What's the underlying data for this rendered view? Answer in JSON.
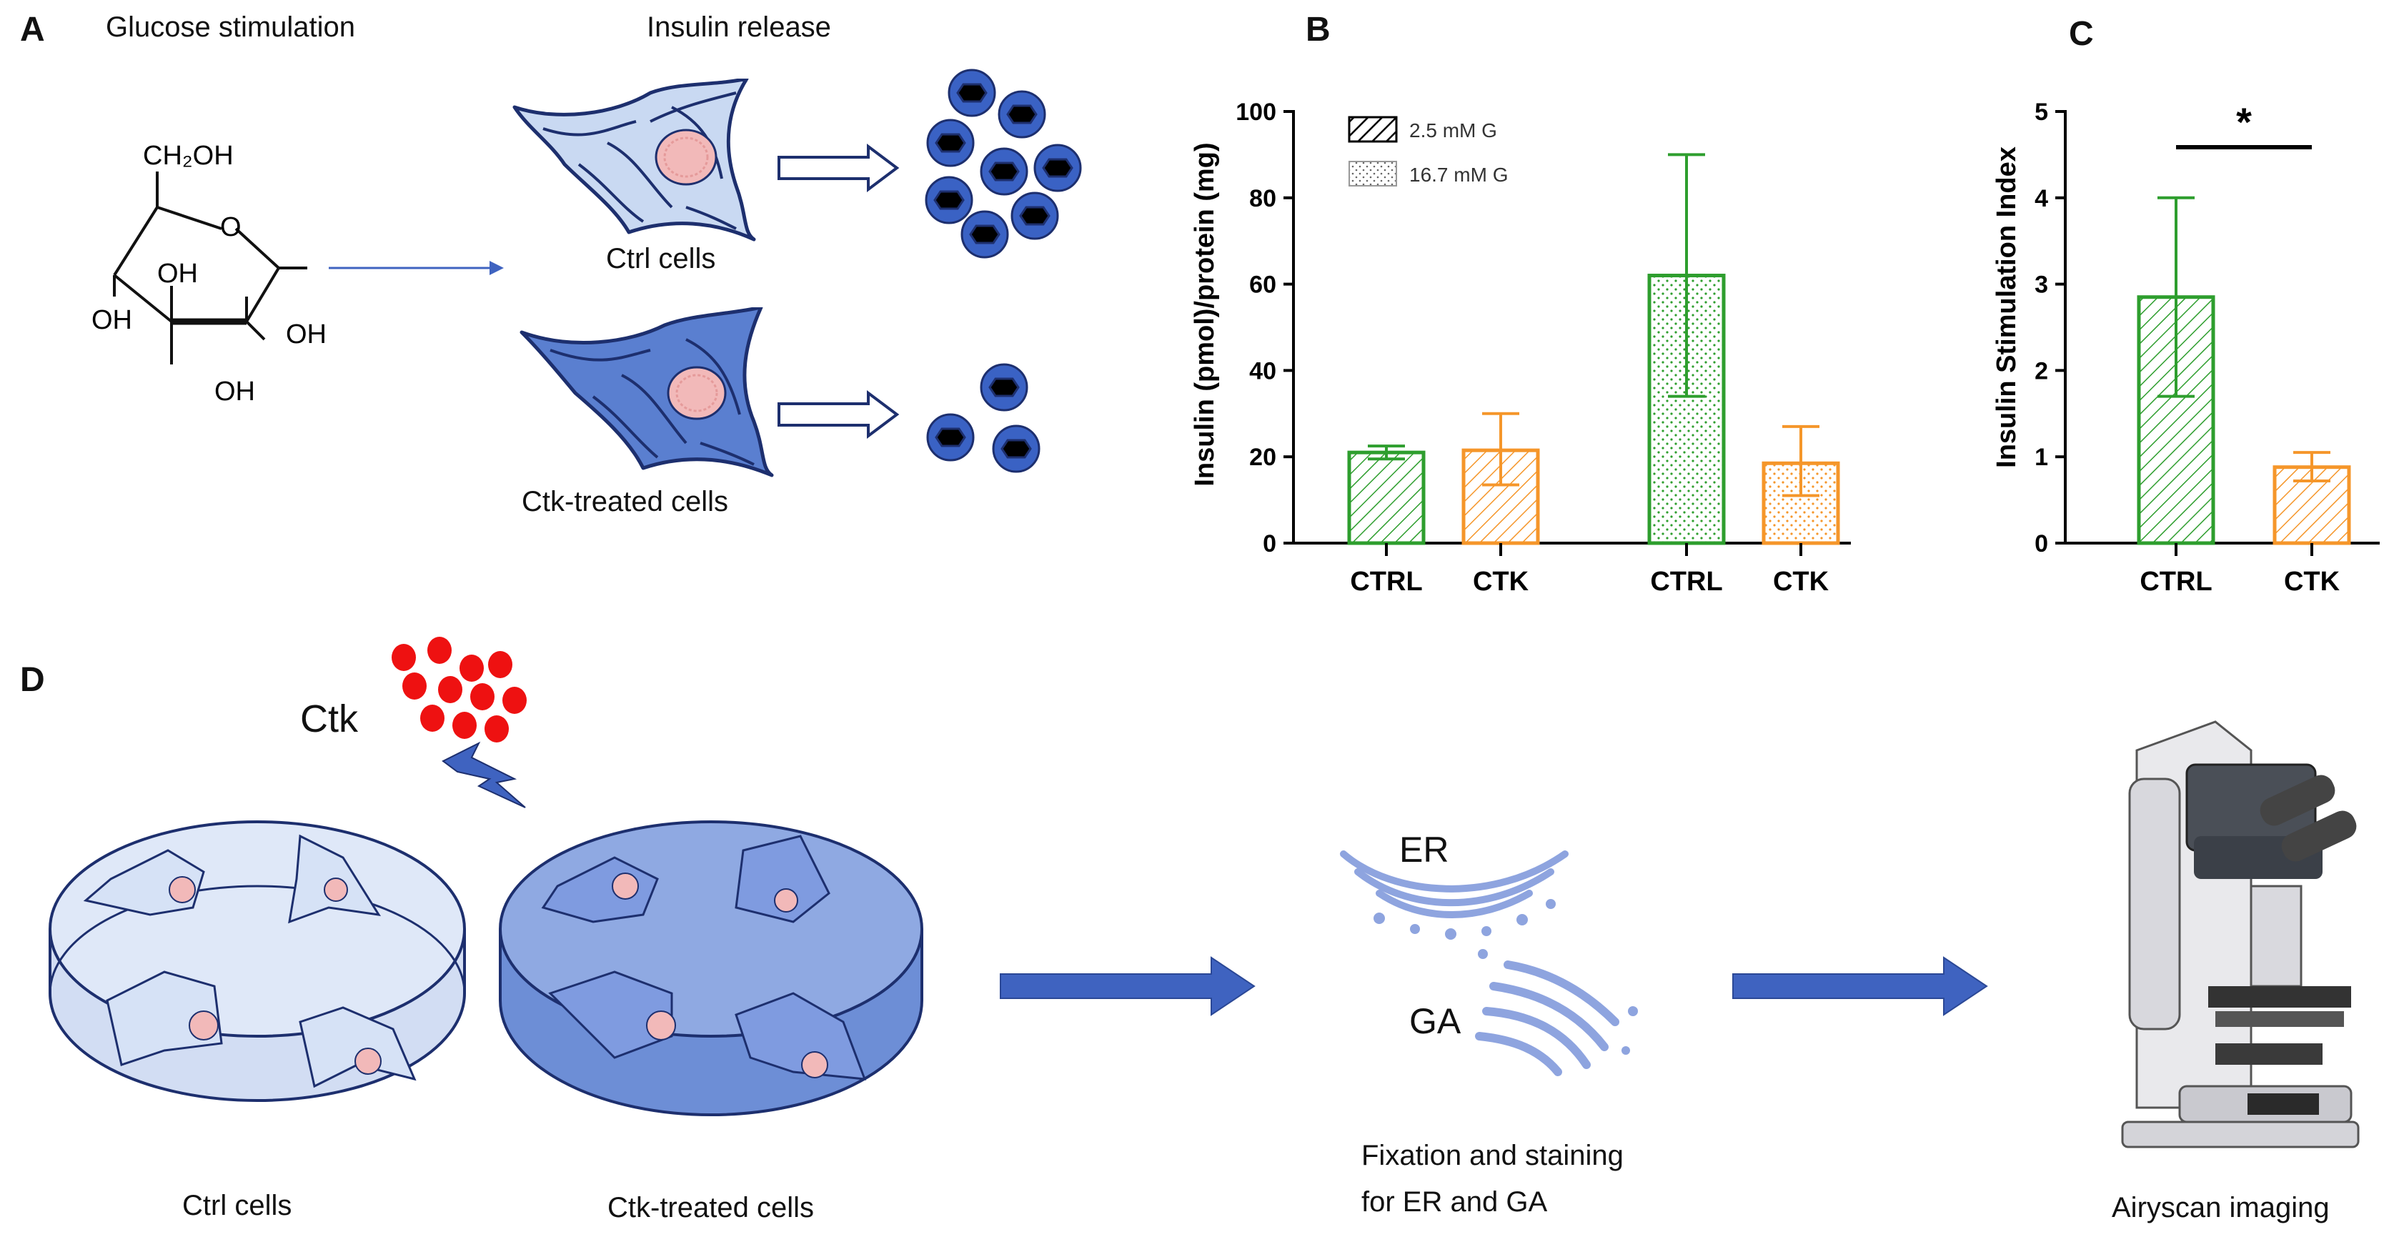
{
  "panels": {
    "a": "A",
    "b": "B",
    "c": "C",
    "d": "D"
  },
  "panel_a": {
    "glucose_title": "Glucose stimulation",
    "insulin_title": "Insulin release",
    "ctrl_label": "Ctrl cells",
    "ctk_label": "Ctk-treated cells",
    "molecule": {
      "ch2oh": "CH₂OH",
      "o": "O",
      "oh": "OH"
    }
  },
  "panel_d": {
    "ctk_label": "Ctk",
    "ctrl_label": "Ctrl cells",
    "ctk_treated_label": "Ctk-treated cells",
    "er_label": "ER",
    "ga_label": "GA",
    "fixation_line1": "Fixation and staining",
    "fixation_line2": "for ER and GA",
    "airyscan_label": "Airyscan imaging"
  },
  "colors": {
    "ctrl": "#2e9e2e",
    "ctk": "#f5962a",
    "cell_light": "#c9d9f2",
    "cell_dark": "#5a7fd0",
    "outline": "#1d2f6e",
    "arrow_blue": "#3f63c0",
    "ctk_red": "#ee1111"
  },
  "chart_data": [
    {
      "type": "bar",
      "categories": [
        "CTRL",
        "CTK",
        "CTRL",
        "CTK"
      ],
      "ylabel": "Insulin (pmol)/protein (mg)",
      "ylim": [
        0,
        100
      ],
      "yticks": [
        "0",
        "20",
        "40",
        "60",
        "80",
        "100"
      ],
      "legend": [
        "2.5 mM G",
        "16.7 mM G"
      ],
      "bars": [
        {
          "value": 21,
          "err_low": 19.5,
          "err_high": 22.5,
          "group": "2.5 mM G",
          "color": "#2e9e2e"
        },
        {
          "value": 21.5,
          "err_low": 13.5,
          "err_high": 30,
          "group": "2.5 mM G",
          "color": "#f5962a"
        },
        {
          "value": 62,
          "err_low": 34,
          "err_high": 90,
          "group": "16.7 mM G",
          "color": "#2e9e2e"
        },
        {
          "value": 18.5,
          "err_low": 11,
          "err_high": 27,
          "group": "16.7 mM G",
          "color": "#f5962a"
        }
      ]
    },
    {
      "type": "bar",
      "categories": [
        "CTRL",
        "CTK"
      ],
      "ylabel": "Insulin Stimulation Index",
      "ylim": [
        0,
        5
      ],
      "yticks": [
        "0",
        "1",
        "2",
        "3",
        "4",
        "5"
      ],
      "bars": [
        {
          "value": 2.85,
          "err_low": 1.7,
          "err_high": 4.0,
          "color": "#2e9e2e"
        },
        {
          "value": 0.88,
          "err_low": 0.72,
          "err_high": 1.05,
          "color": "#f5962a"
        }
      ],
      "significance": "*"
    }
  ]
}
